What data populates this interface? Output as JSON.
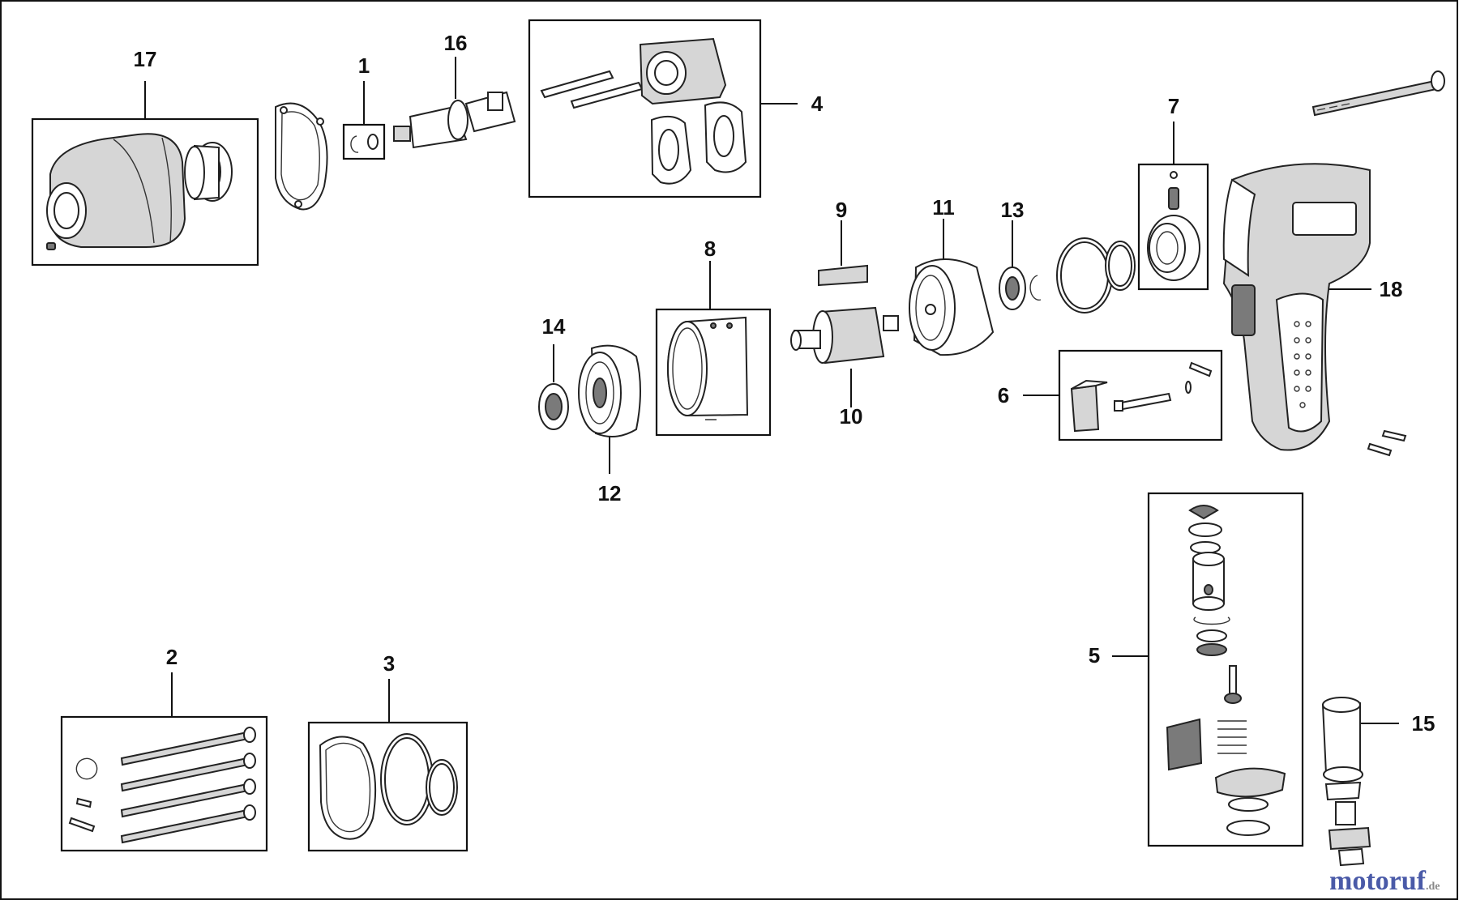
{
  "callouts": {
    "c1": "1",
    "c2": "2",
    "c3": "3",
    "c4": "4",
    "c5": "5",
    "c6": "6",
    "c7": "7",
    "c8": "8",
    "c9": "9",
    "c10": "10",
    "c11": "11",
    "c12": "12",
    "c13": "13",
    "c14": "14",
    "c15": "15",
    "c16": "16",
    "c17": "17",
    "c18": "18"
  },
  "watermark": {
    "text": "motoruf",
    "suffix": ".de",
    "colors": {
      "blue": "#4a5aa8",
      "red": "#c0392b",
      "gray": "#888888"
    }
  }
}
